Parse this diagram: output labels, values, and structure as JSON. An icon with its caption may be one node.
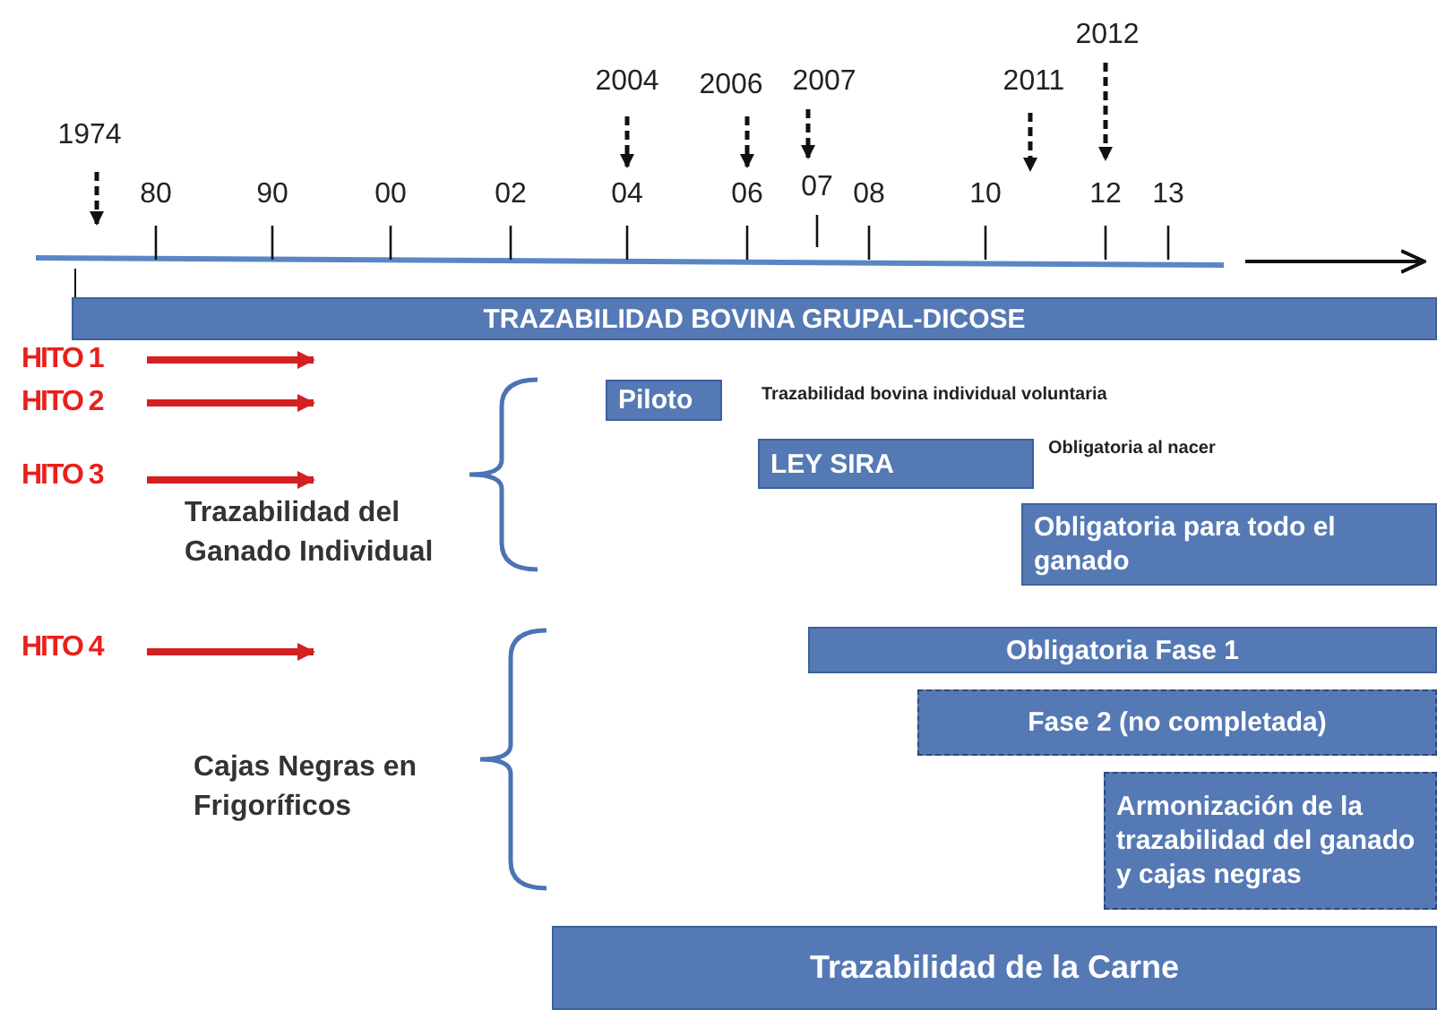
{
  "diagram": {
    "nodes": [
      {
        "text": [
          "TRAZABILIDAD BOVINA GRUPAL-DICOSE"
        ]
      },
      {
        "text": [
          "Piloto"
        ],
        "beside": [
          "Trazabilidad bovina individual voluntaria"
        ]
      },
      {
        "text": [
          "LEY SIRA"
        ],
        "beside": [
          "Obligatoria al nacer"
        ]
      },
      {
        "text": [
          "Obligatoria para todo el ganado"
        ]
      },
      {
        "text": [
          "Obligatoria Fase 1"
        ]
      },
      {
        "text": [
          "Fase 2 (no completada)"
        ]
      },
      {
        "text": [
          "Armonización de la trazabilidad del ganado y cajas negras"
        ]
      },
      {
        "text": [
          "Trazabilidad de la Carne"
        ]
      }
    ],
    "labels": [
      "2012",
      "2004",
      "2006",
      "2007",
      "2011",
      "1974",
      "80",
      "90",
      "00",
      "02",
      "04",
      "06",
      "07",
      "08",
      "10",
      "12",
      "13",
      "HITO 1",
      "HITO 2",
      "HITO 3",
      "Trazabilidad del Ganado Individual",
      "HITO 4",
      "Cajas Negras en Frigoríficos"
    ]
  }
}
